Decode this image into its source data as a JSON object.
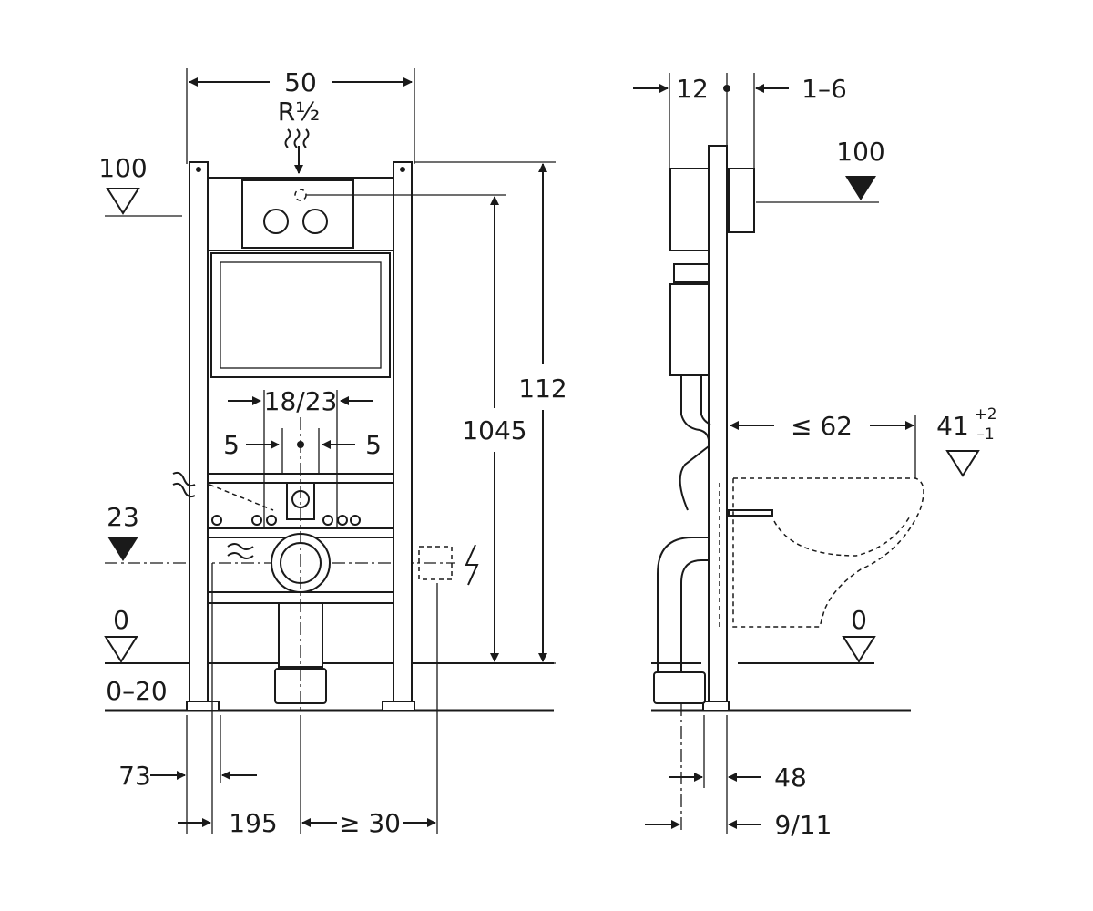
{
  "front_view": {
    "dims": {
      "width": "50",
      "thread": "R½",
      "top_level": "100",
      "height_total": "112",
      "height_outlet": "1045",
      "pipe_spacing": "18/23",
      "offset_left": "5",
      "offset_right": "5",
      "level_23": "23",
      "level_0": "0",
      "floor_range": "0–20",
      "edge_left": "73",
      "edge_mid": "195",
      "edge_right": "≥ 30"
    }
  },
  "side_view": {
    "dims": {
      "depth_top": "12",
      "flush_plate": "1–6",
      "top_level": "100",
      "bowl_reach": "≤ 62",
      "seat_height": "41",
      "seat_tol_plus": "+2",
      "seat_tol_minus": "–1",
      "level_0": "0",
      "bottom_a": "48",
      "bottom_b": "9/11"
    }
  },
  "colors": {
    "ink": "#1a1a1a",
    "paper": "#ffffff"
  }
}
